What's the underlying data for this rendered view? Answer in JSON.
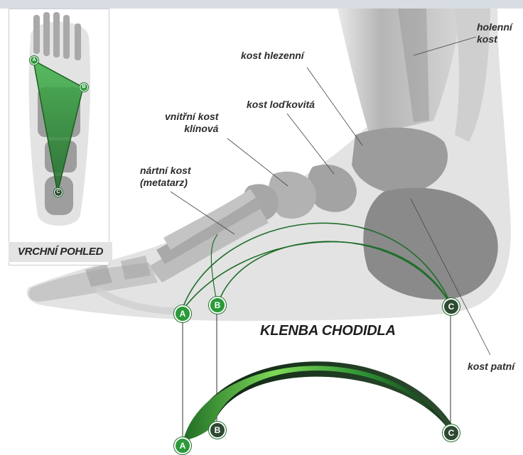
{
  "labels": {
    "holenni": "holenní\nkost",
    "hlezenni": "kost hlezenní",
    "lodkovita": "kost loďkovitá",
    "klinova": "vnitřní kost\nklínová",
    "nartni": "nártní kost\n(metatarz)",
    "patni": "kost patní",
    "title": "KLENBA CHODIDLA",
    "top_view": "VRCHNÍ POHLED"
  },
  "markers": {
    "a": "A",
    "b": "B",
    "c": "C"
  },
  "colors": {
    "arch_green": "#2e9b38",
    "arch_dark": "#1e3b23",
    "bone_gray": "#8f8f8f",
    "bone_light": "#c9c9c9"
  }
}
